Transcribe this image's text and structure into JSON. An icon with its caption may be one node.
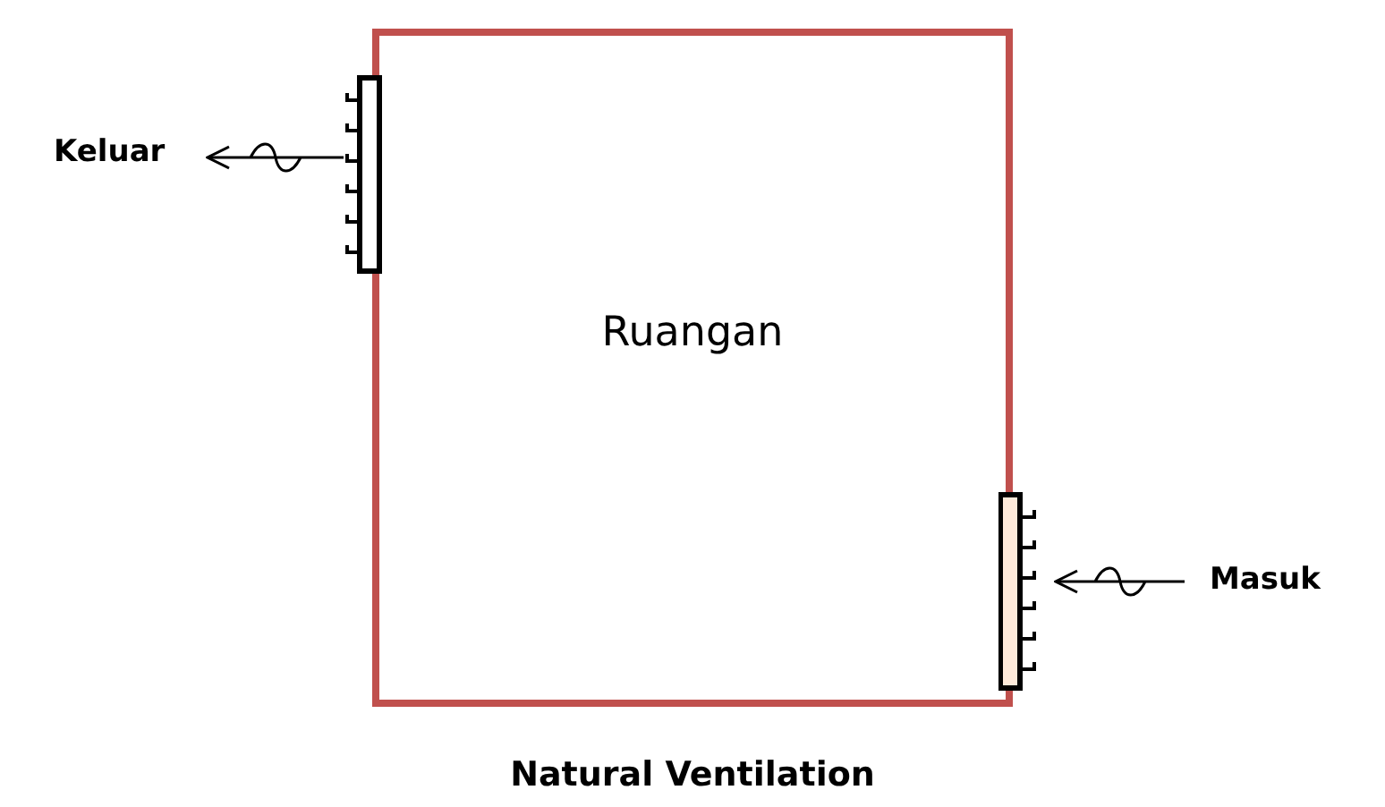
{
  "diagram": {
    "caption": "Natural Ventilation",
    "nodes": [
      {
        "text": [
          "Ruangan"
        ]
      },
      {
        "text": [],
        "shape": "bar"
      },
      {
        "text": [],
        "shape": "bar"
      },
      {
        "text": [
          "Keluar"
        ]
      },
      {
        "text": [
          "Masuk"
        ]
      }
    ],
    "edges": [
      {
        "from": 1,
        "to": 3,
        "arrow": "to"
      },
      {
        "from": 4,
        "to": 2,
        "arrow": "to"
      }
    ]
  }
}
